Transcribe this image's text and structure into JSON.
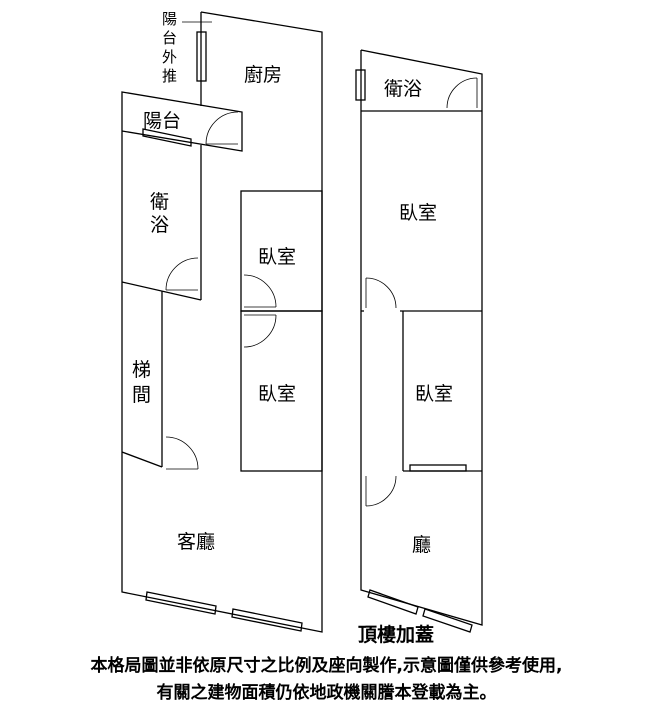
{
  "left_plan": {
    "balcony_push_out": [
      "陽",
      "台",
      "外",
      "推"
    ],
    "kitchen": "廚房",
    "balcony": "陽台",
    "bathroom": [
      "衛",
      "浴"
    ],
    "bedroom_1": "臥室",
    "bedroom_2": "臥室",
    "stairs": [
      "梯",
      "間"
    ],
    "living_room": "客廳"
  },
  "right_plan": {
    "title": "頂樓加蓋",
    "bathroom": "衛浴",
    "bedroom_1": "臥室",
    "bedroom_2": "臥室",
    "hall": "廳"
  },
  "disclaimer": {
    "line1": "本格局圖並非依原尺寸之比例及座向製作,示意圖僅供參考使用,",
    "line2": "有關之建物面積仍依地政機關謄本登載為主。"
  }
}
